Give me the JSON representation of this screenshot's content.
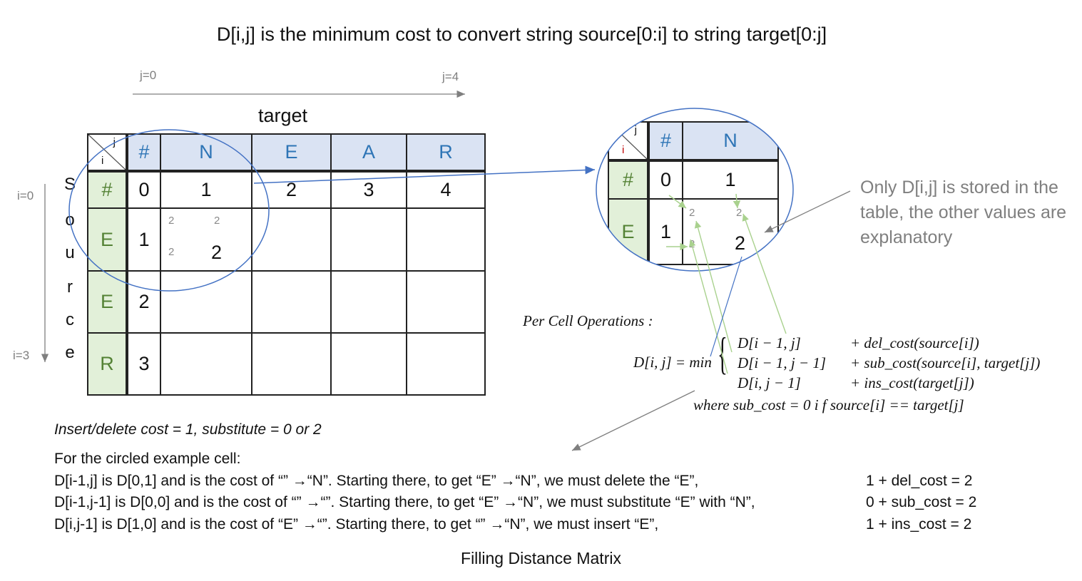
{
  "title": "D[i,j] is the minimum cost to convert string source[0:i] to string target[0:j]",
  "axis": {
    "j_start": "j=0",
    "j_end": "j=4",
    "i_start": "i=0",
    "i_end": "i=3",
    "target_label": "target",
    "source_letters": [
      "S",
      "o",
      "u",
      "r",
      "c",
      "e"
    ]
  },
  "matrix": {
    "corner_j": "j",
    "corner_i": "i",
    "col_headers": [
      "#",
      "N",
      "E",
      "A",
      "R"
    ],
    "row_headers": [
      "#",
      "E",
      "E",
      "R"
    ],
    "first_row": [
      "0",
      "1",
      "2",
      "3",
      "4"
    ],
    "first_col": [
      "1",
      "2",
      "3"
    ],
    "cell_value": "2",
    "cell_sub_left_top": "2",
    "cell_sub_right_top": "2",
    "cell_sub_left_bottom": "2"
  },
  "zoom": {
    "corner_j": "j",
    "corner_i": "i",
    "col_headers": [
      "#",
      "N"
    ],
    "row_headers": [
      "#",
      "E"
    ],
    "row0": [
      "0",
      "1"
    ],
    "row1_first": "1",
    "cell_value": "2",
    "sub_top_left": "2",
    "sub_top_right": "2",
    "sub_bottom_left": "2"
  },
  "note": "Only D[i,j] is stored in the table, the other values are explanatory",
  "formula": {
    "ops_title": "Per Cell  Operations :",
    "lhs": "D[i, j] = min",
    "terms": [
      {
        "term": "D[i − 1, j]",
        "cost": "+ del_cost(source[i])"
      },
      {
        "term": "D[i − 1, j − 1]",
        "cost": "+ sub_cost(source[i], target[j])"
      },
      {
        "term": "D[i, j − 1]",
        "cost": "+ ins_cost(target[j])"
      }
    ],
    "where": "where sub_cost = 0  i f source[i] == target[j]"
  },
  "cost_line": "Insert/delete cost = 1, substitute = 0 or 2",
  "example": {
    "heading": "For the circled example cell:",
    "rows": [
      {
        "left": "D[i-1,j]     is D[0,1] and is the cost of “” →“N”. Starting there, to get “E” →“N”, we must delete the “E”,",
        "right": "1 + del_cost = 2"
      },
      {
        "left": "D[i-1,j-1] is D[0,0] and is the cost of “” →“”.    Starting there, to get “E” →“N”, we must substitute “E” with “N”,",
        "right": "0 + sub_cost = 2"
      },
      {
        "left": "D[i,j-1]     is D[1,0] and is the cost of “E” →“”.  Starting there, to get “” →“N”,   we must insert “E”,",
        "right": "1 + ins_cost = 2"
      }
    ]
  },
  "caption": "Filling Distance Matrix",
  "colors": {
    "header_blue_bg": "#dae3f3",
    "header_blue_text": "#2e75b6",
    "header_green_bg": "#e2f0d9",
    "header_green_text": "#548235",
    "circle": "#4472c4",
    "green_arrow": "#a9d18e",
    "gray_text": "#7f7f7f"
  }
}
